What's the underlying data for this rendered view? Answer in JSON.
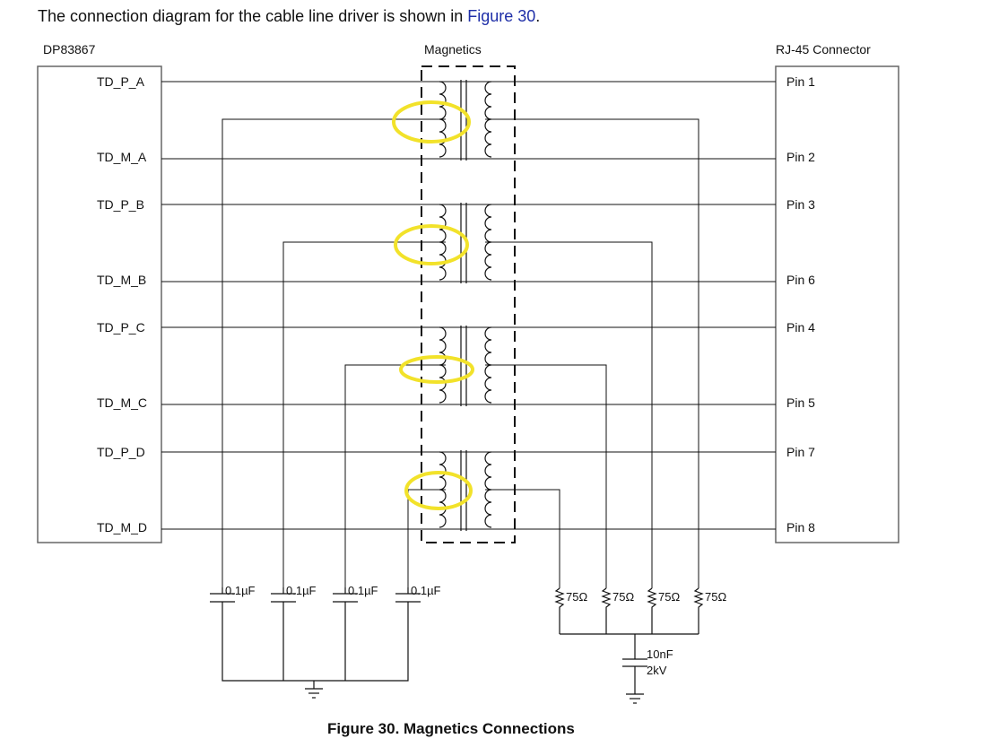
{
  "intro": {
    "text": "The connection diagram for the cable line driver is shown in ",
    "link": "Figure 30",
    "end": "."
  },
  "blocks": {
    "left_title": "DP83867",
    "middle_title": "Magnetics",
    "right_title": "RJ-45 Connector"
  },
  "signals": [
    {
      "name": "TD_P_A",
      "pin": "Pin 1"
    },
    {
      "name": "TD_M_A",
      "pin": "Pin 2"
    },
    {
      "name": "TD_P_B",
      "pin": "Pin 3"
    },
    {
      "name": "TD_M_B",
      "pin": "Pin 6"
    },
    {
      "name": "TD_P_C",
      "pin": "Pin 4"
    },
    {
      "name": "TD_M_C",
      "pin": "Pin 5"
    },
    {
      "name": "TD_P_D",
      "pin": "Pin 7"
    },
    {
      "name": "TD_M_D",
      "pin": "Pin 8"
    }
  ],
  "capacitors": [
    "0.1µF",
    "0.1µF",
    "0.1µF",
    "0.1µF"
  ],
  "resistors": [
    "75Ω",
    "75Ω",
    "75Ω",
    "75Ω"
  ],
  "shield_cap": {
    "value": "10nF",
    "voltage": "2kV"
  },
  "caption": "Figure 30.  Magnetics Connections",
  "colors": {
    "line": "#111111",
    "highlight": "#f2e22a",
    "link": "#1f2fa8"
  }
}
